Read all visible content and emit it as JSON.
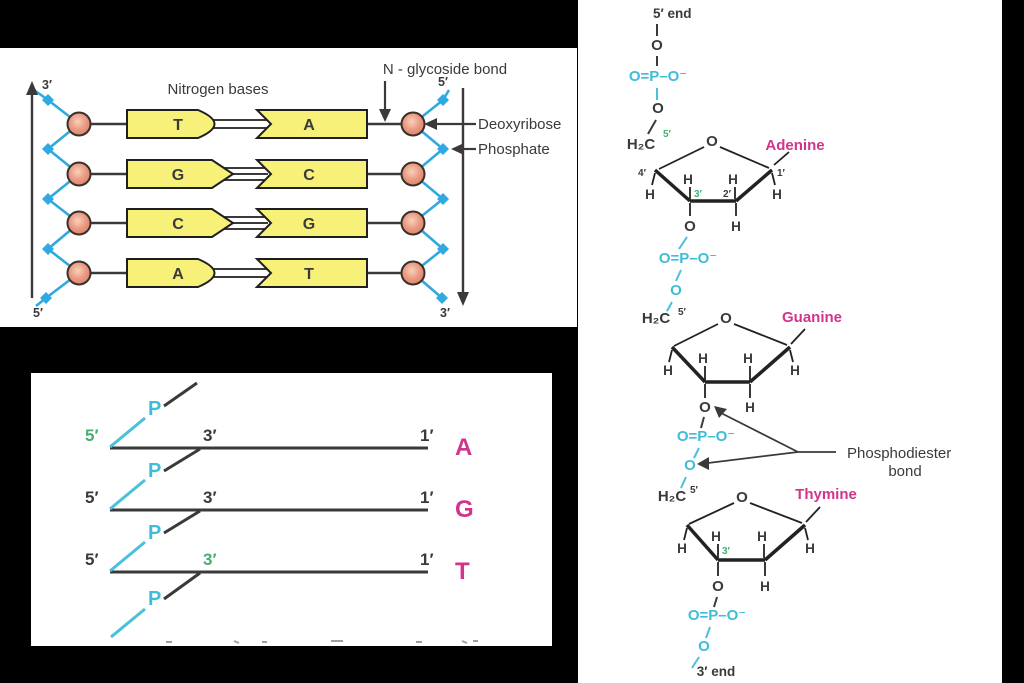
{
  "colors": {
    "background": "#000000",
    "panel": "#ffffff",
    "cyan_phosphate": "#3fbdd8",
    "magenta_base": "#d1348c",
    "green_prime": "#45af72",
    "blue_backbone": "#2fa9e2",
    "yellow_base_box": "#f7f17a",
    "salmon_sugar": "#e69480",
    "ink": "#3a3a3a"
  },
  "sym": {
    "H": "H",
    "O": "O",
    "P": "P",
    "H2C": "H₂C",
    "phosphate": "O=P–O⁻",
    "p5": "5′",
    "p3": "3′",
    "p1": "1′",
    "p4": "4′",
    "p2": "2′"
  },
  "ladder": {
    "title": "Nitrogen bases",
    "glycoside_label": "N - glycoside bond",
    "deoxyribose_label": "Deoxyribose",
    "phosphate_label": "Phosphate",
    "left_strand": {
      "top": "3′",
      "bottom": "5′"
    },
    "right_strand": {
      "top": "5′",
      "bottom": "3′"
    },
    "pairs": [
      {
        "left": "T",
        "right": "A",
        "bonds": 2
      },
      {
        "left": "G",
        "right": "C",
        "bonds": 3
      },
      {
        "left": "C",
        "right": "G",
        "bonds": 3
      },
      {
        "left": "A",
        "right": "T",
        "bonds": 2
      }
    ]
  },
  "strands": {
    "rows": [
      {
        "five": "5′",
        "p": "P",
        "three": "3′",
        "one": "1′",
        "base": "A"
      },
      {
        "five": "5′",
        "p": "P",
        "three": "3′",
        "one": "1′",
        "base": "G"
      },
      {
        "five": "5′",
        "p": "P",
        "three": "3′",
        "one": "1′",
        "base": "T"
      }
    ],
    "partial_p": "P"
  },
  "chem": {
    "five_end": "5′ end",
    "three_end": "3′ end",
    "nucleotides": [
      {
        "base": "Adenine"
      },
      {
        "base": "Guanine"
      },
      {
        "base": "Thymine"
      }
    ],
    "phosphodiester_line1": "Phosphodiester",
    "phosphodiester_line2": "bond"
  }
}
